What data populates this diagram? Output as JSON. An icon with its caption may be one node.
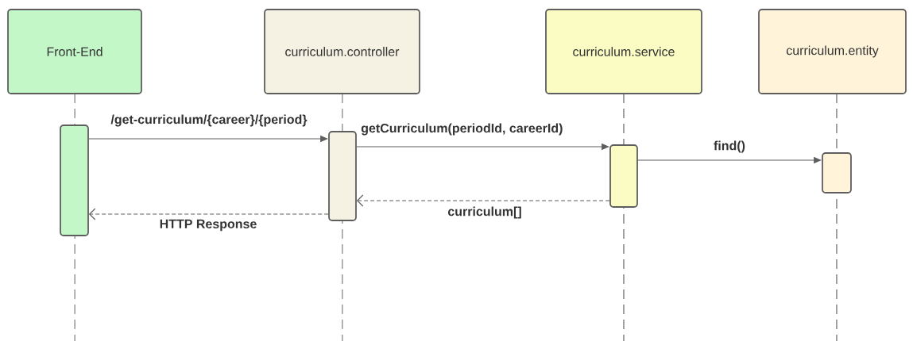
{
  "diagram": {
    "nodes": [
      {
        "text": [
          "Front-End"
        ]
      },
      {
        "text": [
          "curriculum.controller"
        ]
      },
      {
        "text": [
          "curriculum.service"
        ]
      },
      {
        "text": [
          "curriculum.entity"
        ]
      },
      {
        "text": [],
        "shape": "bar"
      },
      {
        "text": [],
        "shape": "bar"
      },
      {
        "text": [],
        "shape": "bar"
      },
      {
        "text": [],
        "shape": "bar"
      }
    ],
    "edges": [
      {
        "from": 4,
        "to": 5,
        "arrow": "to",
        "label": "/get-curriculum/{career}/{period}"
      },
      {
        "from": 5,
        "to": 6,
        "arrow": "to",
        "label": "getCurriculum(periodId, careerId)"
      },
      {
        "from": 6,
        "to": 7,
        "arrow": "to",
        "label": "find()"
      },
      {
        "from": 6,
        "to": 5,
        "arrow": "to",
        "style": "dashed",
        "label": "curriculum[]"
      },
      {
        "from": 5,
        "to": 4,
        "arrow": "to",
        "style": "dashed",
        "label": "HTTP Response"
      }
    ]
  }
}
